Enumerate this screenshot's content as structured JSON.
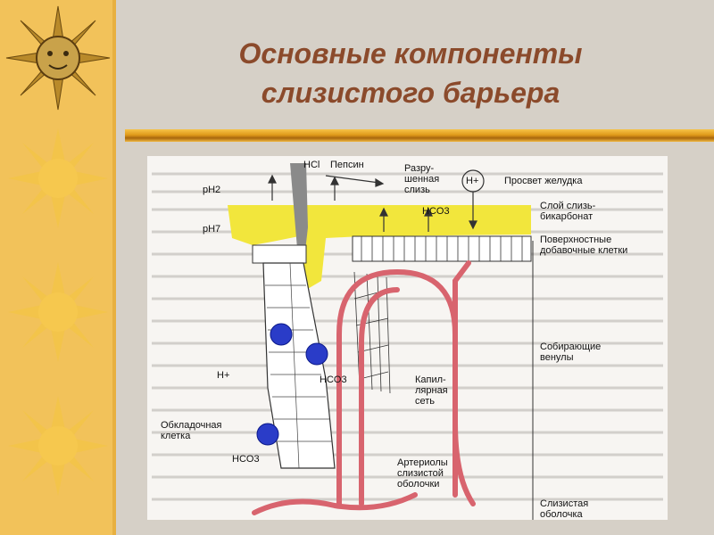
{
  "slide": {
    "title_line1": "Основные компоненты",
    "title_line2": "слизистого барьера"
  },
  "diagram": {
    "labels": {
      "hcl": "HCl",
      "pepsin": "Пепсин",
      "destroyed_mucus_1": "Разру-",
      "destroyed_mucus_2": "шенная",
      "destroyed_mucus_3": "слизь",
      "h_plus_top": "H+",
      "stomach_lumen": "Просвет желудка",
      "ph2": "pH2",
      "ph7": "pH7",
      "hco3_top": "HCO3",
      "mucus_layer_1": "Слой слизь-",
      "mucus_layer_2": "бикарбонат",
      "surface_cells_1": "Поверхностные",
      "surface_cells_2": "добавочные клетки",
      "collecting_venules_1": "Собирающие",
      "collecting_venules_2": "венулы",
      "h_plus_mid": "H+",
      "hco3_mid": "HCO3",
      "capillary_1": "Капил-",
      "capillary_2": "лярная",
      "capillary_3": "сеть",
      "parietal_cell_1": "Обкладочная",
      "parietal_cell_2": "клетка",
      "hco3_low": "HCO3",
      "arterioles_1": "Артериолы",
      "arterioles_2": "слизистой",
      "arterioles_3": "оболочки",
      "mucosa_1": "Слизистая",
      "mucosa_2": "оболочка"
    }
  },
  "colors": {
    "title": "#8b4a2b",
    "mucus": "#f2e63c",
    "vessel": "#d8646e",
    "nucleus": "#2a3cc8"
  }
}
